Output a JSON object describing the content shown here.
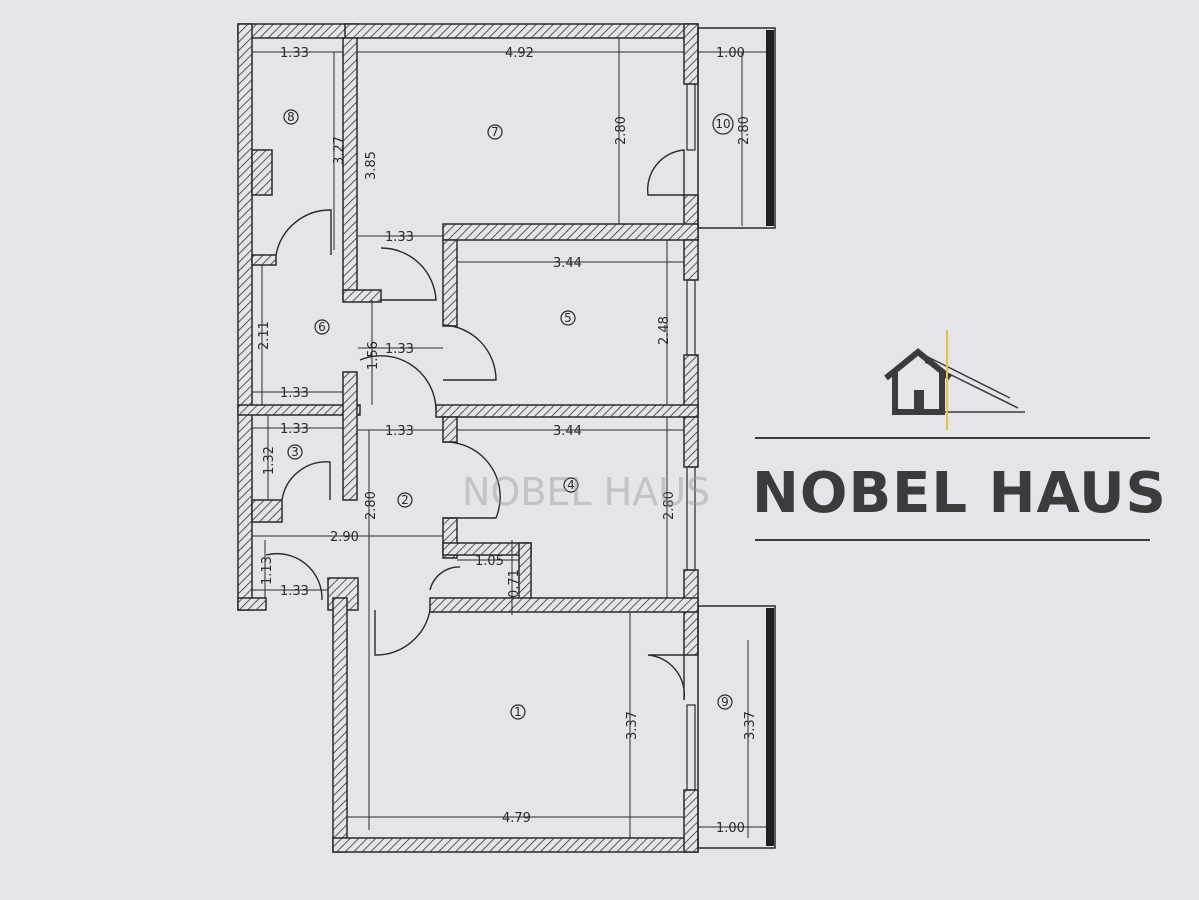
{
  "brand": {
    "name": "NOBEL HAUS",
    "watermark": "NOBEL HAUS",
    "accent": "#e8c23a",
    "text_color": "#3b3b3e"
  },
  "rooms": [
    "1",
    "2",
    "3",
    "4",
    "5",
    "6",
    "7",
    "8",
    "9",
    "10"
  ],
  "dimensions": {
    "r8_width": "1.33",
    "r8_height": "3.27",
    "r7_width": "4.92",
    "r7_left_height": "3.85",
    "r7_height": "2.80",
    "r10_width": "1.00",
    "r10_height": "2.80",
    "hall_top_width": "1.33",
    "r5_width": "3.44",
    "r5_height": "2.48",
    "r6_height": "2.11",
    "hall_mid_height": "1.56",
    "hall_mid_width": "1.33",
    "r6_bottom_width": "1.33",
    "r3_width": "1.33",
    "r3_height": "1.32",
    "r2_width": "1.33",
    "r4_width": "3.44",
    "r2_height": "2.80",
    "r4_height": "2.80",
    "entry_width": "2.90",
    "closet_width": "1.05",
    "closet_height": "0.71",
    "entry_small_height": "1.13",
    "entry_small_width": "1.33",
    "r1_height": "3.37",
    "r9_height": "3.37",
    "r1_width": "4.79",
    "r9_width": "1.00"
  }
}
